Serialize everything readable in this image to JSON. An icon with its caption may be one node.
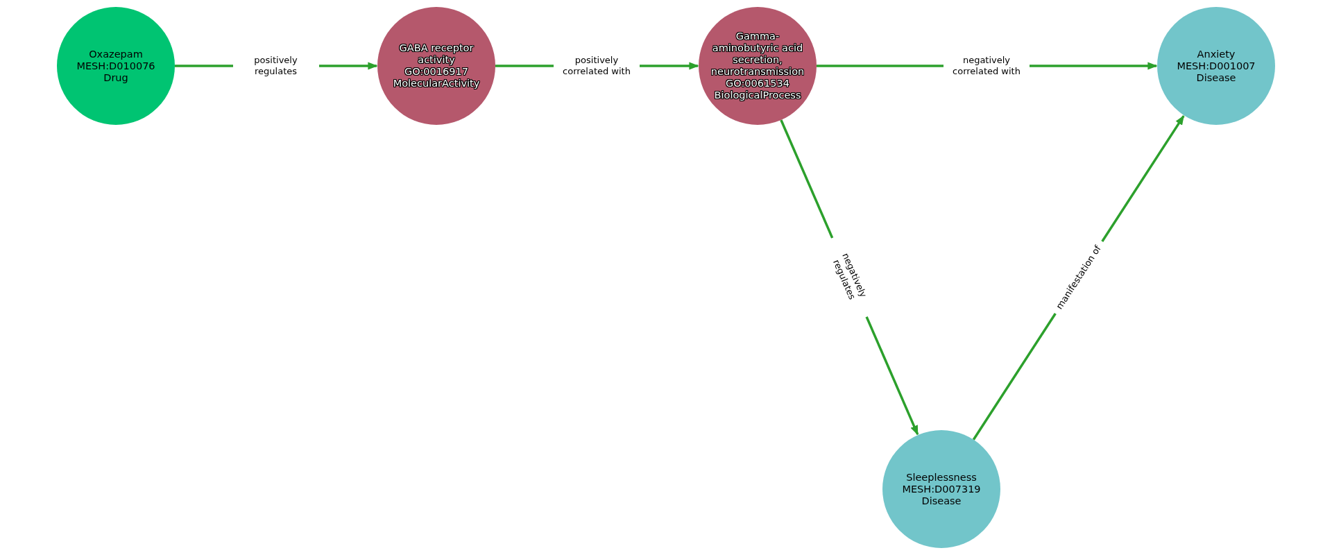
{
  "diagram": {
    "nodes": [
      {
        "text": [
          "Oxazepam",
          "MESH:D010076",
          "Drug"
        ]
      },
      {
        "text": [
          "GABA receptor activity",
          "GO:0016917",
          "MolecularActivity"
        ]
      },
      {
        "text": [
          "Gamma-aminobutyric acid secretion, neurotransmission",
          "GO:0061534",
          "BiologicalProcess"
        ]
      },
      {
        "text": [
          "Anxiety",
          "MESH:D001007",
          "Disease"
        ]
      },
      {
        "text": [
          "Sleeplessness",
          "MESH:D007319",
          "Disease"
        ]
      }
    ],
    "edges": [
      {
        "from": 0,
        "to": 1,
        "arrow": "to",
        "label": "positively regulates"
      },
      {
        "from": 1,
        "to": 2,
        "arrow": "to",
        "label": "positively correlated with"
      },
      {
        "from": 2,
        "to": 3,
        "arrow": "to",
        "label": "negatively correlated with"
      },
      {
        "from": 2,
        "to": 4,
        "arrow": "to",
        "label": "negatively regulates"
      },
      {
        "from": 4,
        "to": 3,
        "arrow": "to",
        "label": "manifestation of"
      }
    ]
  }
}
